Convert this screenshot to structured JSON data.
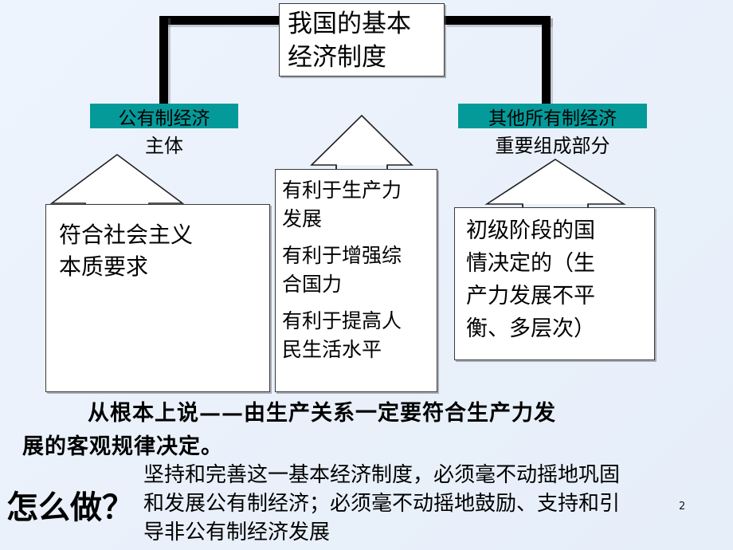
{
  "slide": {
    "background_color": "#eaf1fb",
    "accent_color": "#059a9a",
    "number": "2"
  },
  "title": {
    "line1": "我国的基本",
    "line2": "经济制度"
  },
  "branches": {
    "left": {
      "header": "公有制经济",
      "subtitle": "主体",
      "detail": {
        "line1": "符合社会主义",
        "line2": "本质要求"
      }
    },
    "middle": {
      "items": [
        "有利于生产力\n发展",
        "有利于增强综\n合国力",
        "有利于提高人\n民生活水平"
      ],
      "item1_line1": "有利于生产力",
      "item1_line2": "发展",
      "item2_line1": "有利于增强综",
      "item2_line2": "合国力",
      "item3_line1": "有利于提高人",
      "item3_line2": "民生活水平"
    },
    "right": {
      "header": "其他所有制经济",
      "subtitle": "重要组成部分",
      "detail": {
        "line1": "初级阶段的国",
        "line2": "情决定的（生",
        "line3": "产力发展不平",
        "line4": "衡、多层次）"
      }
    }
  },
  "root_cause": {
    "line1": "从根本上说——由生产关系一定要符合生产力发",
    "line2": "展的客观规律决定。"
  },
  "howto": {
    "label": "怎么做？",
    "line1": "坚持和完善这一基本经济制度，必须毫不动摇地巩固",
    "line2": "和发展公有制经济；必须毫不动摇地鼓励、支持和引",
    "line3": "导非公有制经济发展"
  }
}
